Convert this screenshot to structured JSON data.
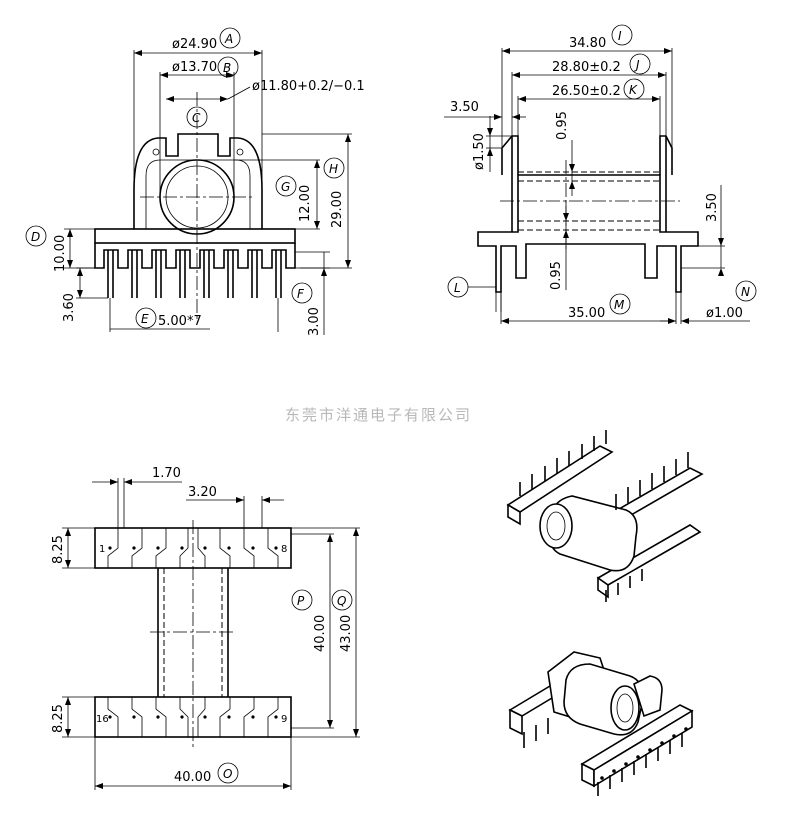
{
  "company": "东莞市洋通电子有限公司",
  "front_view": {
    "dims": {
      "a": "ø24.90",
      "b": "ø13.70",
      "c_tol": "ø11.80+0.2/−0.1",
      "d": "10.00",
      "e": "5.00*7",
      "f": "3.00",
      "g": "12.00",
      "h": "29.00",
      "pin": "3.60"
    },
    "labels": {
      "A": "A",
      "B": "B",
      "C": "C",
      "D": "D",
      "E": "E",
      "F": "F",
      "G": "G",
      "H": "H"
    }
  },
  "side_view": {
    "dims": {
      "i": "34.80",
      "j": "28.80±0.2",
      "k": "26.50±0.2",
      "left_w": "3.50",
      "left_h": "ø1.50",
      "top_gap": "0.95",
      "bot_gap": "0.95",
      "right_h": "3.50",
      "m": "35.00",
      "n": "ø1.00"
    },
    "labels": {
      "I": "I",
      "J": "J",
      "K": "K",
      "L": "L",
      "M": "M",
      "N": "N"
    }
  },
  "bottom_view": {
    "dims": {
      "pin_w": "1.70",
      "pitch": "3.20",
      "top_h": "8.25",
      "bot_h": "8.25",
      "p": "40.00",
      "q": "43.00",
      "o": "40.00"
    },
    "labels": {
      "O": "O",
      "P": "P",
      "Q": "Q"
    },
    "pins": {
      "p1": "1",
      "p8": "8",
      "p16": "16",
      "p9": "9"
    }
  }
}
